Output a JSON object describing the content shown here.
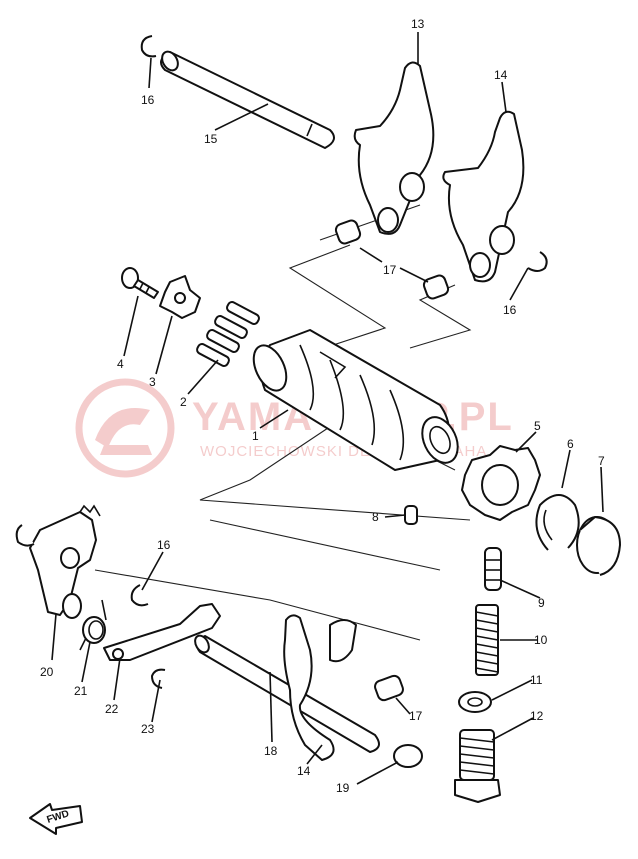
{
  "watermark": {
    "title": "YAMA-SHOP.PL",
    "subtitle": "WOJCIECHOWSKI DEALER YAMAHA",
    "color": "#d94a4a"
  },
  "fwd_arrow": {
    "label": "FWD",
    "icon": "fwd-arrow-icon"
  },
  "callouts": [
    "1",
    "2",
    "3",
    "4",
    "5",
    "6",
    "7",
    "8",
    "9",
    "10",
    "11",
    "12",
    "13",
    "14",
    "14",
    "15",
    "16",
    "16",
    "16",
    "17",
    "17",
    "18",
    "19",
    "20",
    "21",
    "22",
    "23"
  ]
}
